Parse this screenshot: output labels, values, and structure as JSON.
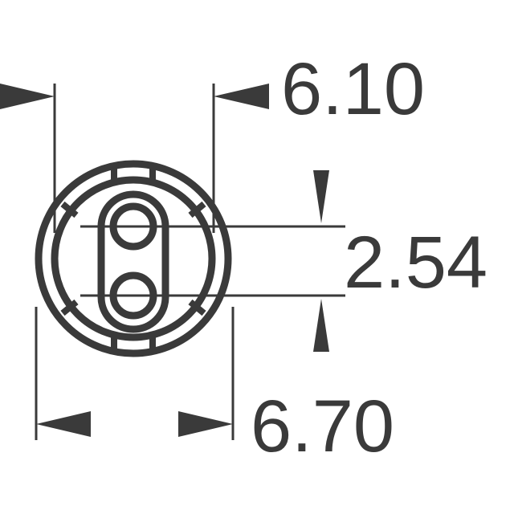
{
  "dimensions": {
    "top_width": "6.10",
    "pin_spacing": "2.54",
    "bottom_width": "6.70"
  },
  "colors": {
    "ink": "#3a3a3a",
    "background": "#ffffff"
  }
}
